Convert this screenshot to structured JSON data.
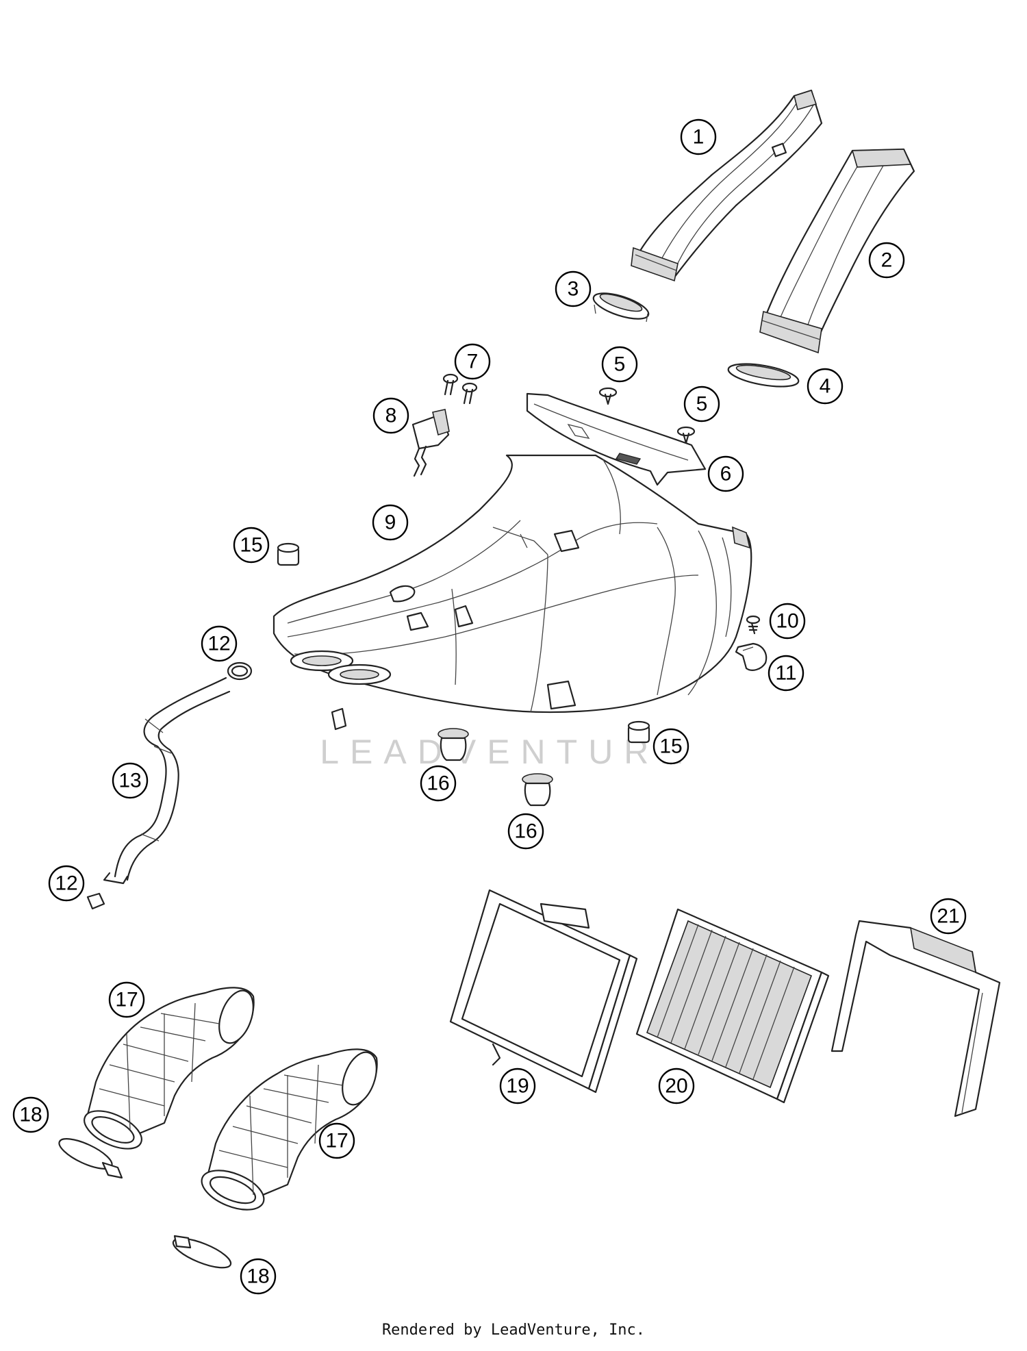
{
  "watermark": "LEADVENTURE",
  "footer": "Rendered by LeadVenture, Inc.",
  "callouts": [
    {
      "id": "c1",
      "label": "1"
    },
    {
      "id": "c2",
      "label": "2"
    },
    {
      "id": "c3",
      "label": "3"
    },
    {
      "id": "c4",
      "label": "4"
    },
    {
      "id": "c5a",
      "label": "5"
    },
    {
      "id": "c5b",
      "label": "5"
    },
    {
      "id": "c6",
      "label": "6"
    },
    {
      "id": "c7",
      "label": "7"
    },
    {
      "id": "c8",
      "label": "8"
    },
    {
      "id": "c9",
      "label": "9"
    },
    {
      "id": "c10",
      "label": "10"
    },
    {
      "id": "c11",
      "label": "11"
    },
    {
      "id": "c12a",
      "label": "12"
    },
    {
      "id": "c12b",
      "label": "12"
    },
    {
      "id": "c13",
      "label": "13"
    },
    {
      "id": "c15a",
      "label": "15"
    },
    {
      "id": "c15b",
      "label": "15"
    },
    {
      "id": "c16a",
      "label": "16"
    },
    {
      "id": "c16b",
      "label": "16"
    },
    {
      "id": "c17a",
      "label": "17"
    },
    {
      "id": "c17b",
      "label": "17"
    },
    {
      "id": "c18a",
      "label": "18"
    },
    {
      "id": "c18b",
      "label": "18"
    },
    {
      "id": "c19",
      "label": "19"
    },
    {
      "id": "c20",
      "label": "20"
    },
    {
      "id": "c21",
      "label": "21"
    }
  ]
}
